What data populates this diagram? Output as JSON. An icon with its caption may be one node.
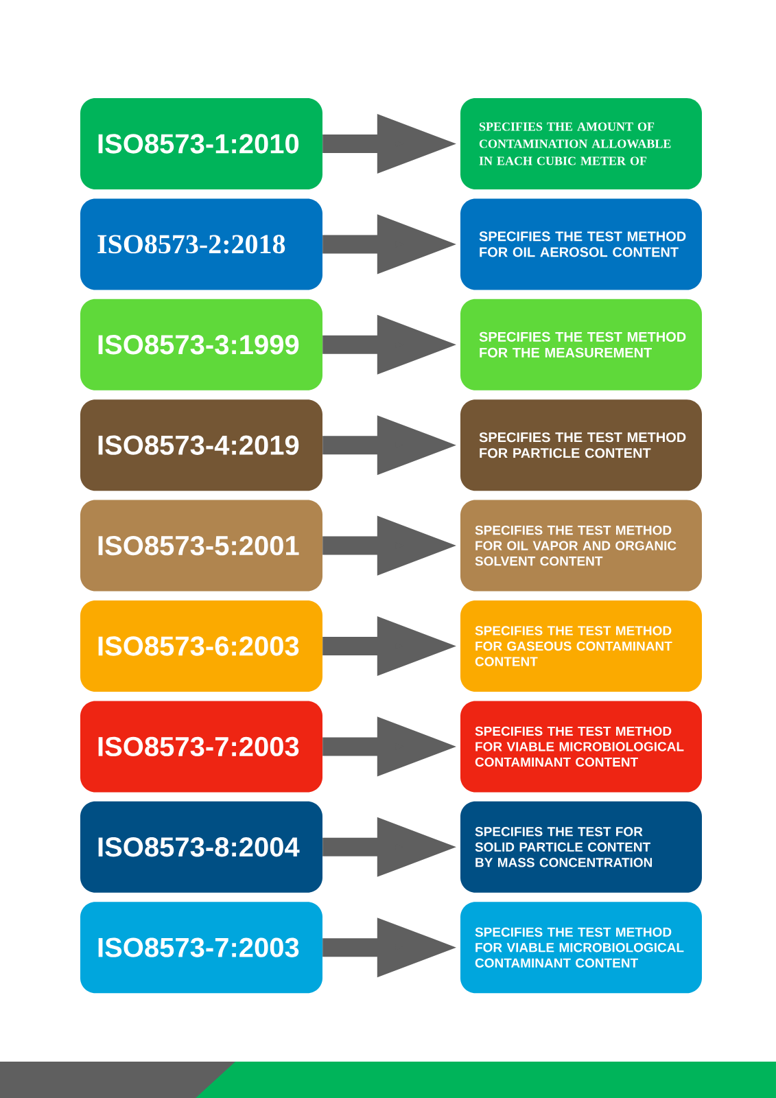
{
  "diagram": {
    "nodes": [
      {
        "text": [
          "ISO8573-1:2010"
        ]
      },
      {
        "text": [
          "SPECIFIES THE AMOUNT OF CONTAMINATION ALLOWABLE IN EACH CUBIC METER OF"
        ]
      },
      {
        "text": [
          "ISO8573-2:2018"
        ]
      },
      {
        "text": [
          "SPECIFIES THE TEST METHOD FOR OIL AEROSOL CONTENT"
        ]
      },
      {
        "text": [
          "ISO8573-3:1999"
        ]
      },
      {
        "text": [
          "SPECIFIES THE TEST METHOD FOR THE MEASUREMENT"
        ]
      },
      {
        "text": [
          "ISO8573-4:2019"
        ]
      },
      {
        "text": [
          "SPECIFIES THE TEST METHOD FOR PARTICLE CONTENT"
        ]
      },
      {
        "text": [
          "ISO8573-5:2001"
        ]
      },
      {
        "text": [
          "SPECIFIES THE TEST METHOD FOR OIL VAPOR AND ORGANIC SOLVENT CONTENT"
        ]
      },
      {
        "text": [
          "ISO8573-6:2003"
        ]
      },
      {
        "text": [
          "SPECIFIES THE TEST METHOD FOR GASEOUS CONTAMINANT CONTENT"
        ]
      },
      {
        "text": [
          "ISO8573-7:2003"
        ]
      },
      {
        "text": [
          "SPECIFIES THE TEST METHOD FOR VIABLE MICROBIOLOGICAL CONTAMINANT CONTENT"
        ]
      },
      {
        "text": [
          "ISO8573-8:2004"
        ]
      },
      {
        "text": [
          "SPECIFIES THE TEST FOR SOLID PARTICLE CONTENT BY MASS CONCENTRATION"
        ]
      },
      {
        "text": [
          "ISO8573-7:2003"
        ]
      },
      {
        "text": [
          "SPECIFIES THE TEST METHOD FOR VIABLE MICROBIOLOGICAL CONTAMINANT CONTENT"
        ]
      }
    ],
    "edges": [
      {
        "from": 0,
        "to": 1,
        "arrow": "to"
      },
      {
        "from": 2,
        "to": 3,
        "arrow": "to"
      },
      {
        "from": 4,
        "to": 5,
        "arrow": "to"
      },
      {
        "from": 6,
        "to": 7,
        "arrow": "to"
      },
      {
        "from": 8,
        "to": 9,
        "arrow": "to"
      },
      {
        "from": 10,
        "to": 11,
        "arrow": "to"
      },
      {
        "from": 12,
        "to": 13,
        "arrow": "to"
      },
      {
        "from": 14,
        "to": 15,
        "arrow": "to"
      },
      {
        "from": 16,
        "to": 17,
        "arrow": "to"
      }
    ]
  }
}
